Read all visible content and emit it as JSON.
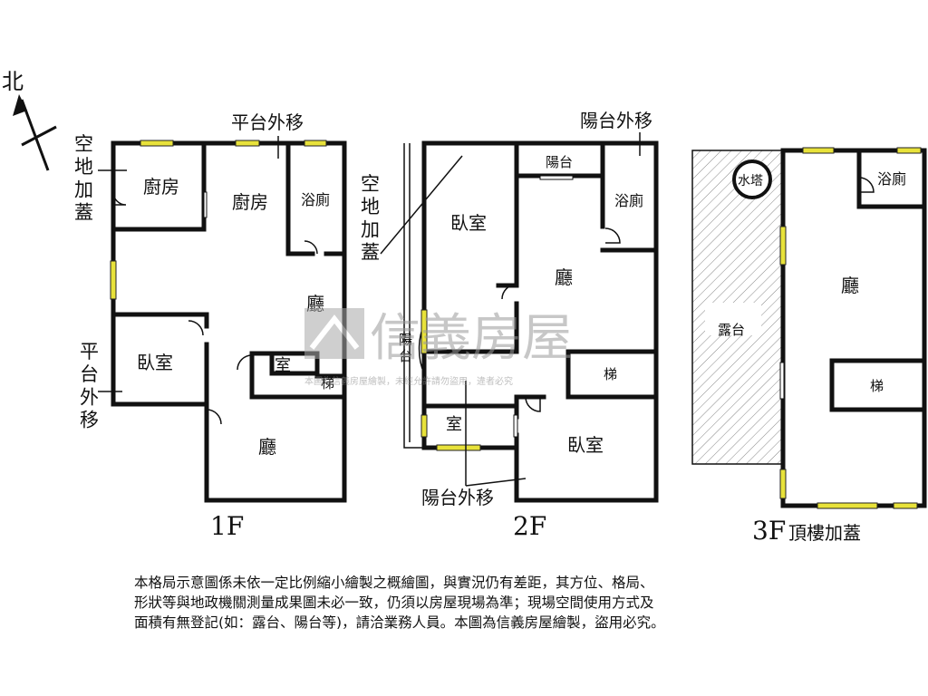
{
  "compass": {
    "north": "北"
  },
  "floors": {
    "f1": {
      "name": "1F",
      "rooms": {
        "kitchen_left": "廚房",
        "kitchen_right": "廚房",
        "bath": "浴廁",
        "living_upper": "廳",
        "bedroom": "臥室",
        "room": "室",
        "stairs": "梯",
        "living_lower": "廳"
      },
      "notes": {
        "top": "平台外移",
        "left_top": "空地加蓋",
        "left_bottom": "平台外移"
      }
    },
    "f2": {
      "name": "2F",
      "rooms": {
        "bedroom_top": "臥室",
        "balcony_top": "陽台",
        "bath": "浴廁",
        "living": "廳",
        "balcony_left": "陽台",
        "stairs": "梯",
        "room": "室",
        "bedroom_bottom": "臥室"
      },
      "notes": {
        "top": "陽台外移",
        "left": "空地加蓋",
        "bottom": "陽台外移"
      }
    },
    "f3": {
      "name": "3F",
      "suffix": "頂樓加蓋",
      "rooms": {
        "water_tower": "水塔",
        "bath": "浴廁",
        "terrace": "露台",
        "living": "廳",
        "stairs": "梯"
      }
    }
  },
  "watermark": {
    "brand": "信義房屋",
    "caption": "本圖為信義房屋繪製，未經允許請勿盜用，違者必究"
  },
  "disclaimer": [
    "本格局示意圖係未依一定比例縮小繪製之概繪圖，與實況仍有差距，其方位、格局、",
    "形狀等與地政機關測量成果圖未必一致，仍須以房屋現場為準；現場空間使用方式及",
    "面積有無登記(如：露台、陽台等)，請洽業務人員。本圖為信義房屋繪製，盜用必究。"
  ]
}
